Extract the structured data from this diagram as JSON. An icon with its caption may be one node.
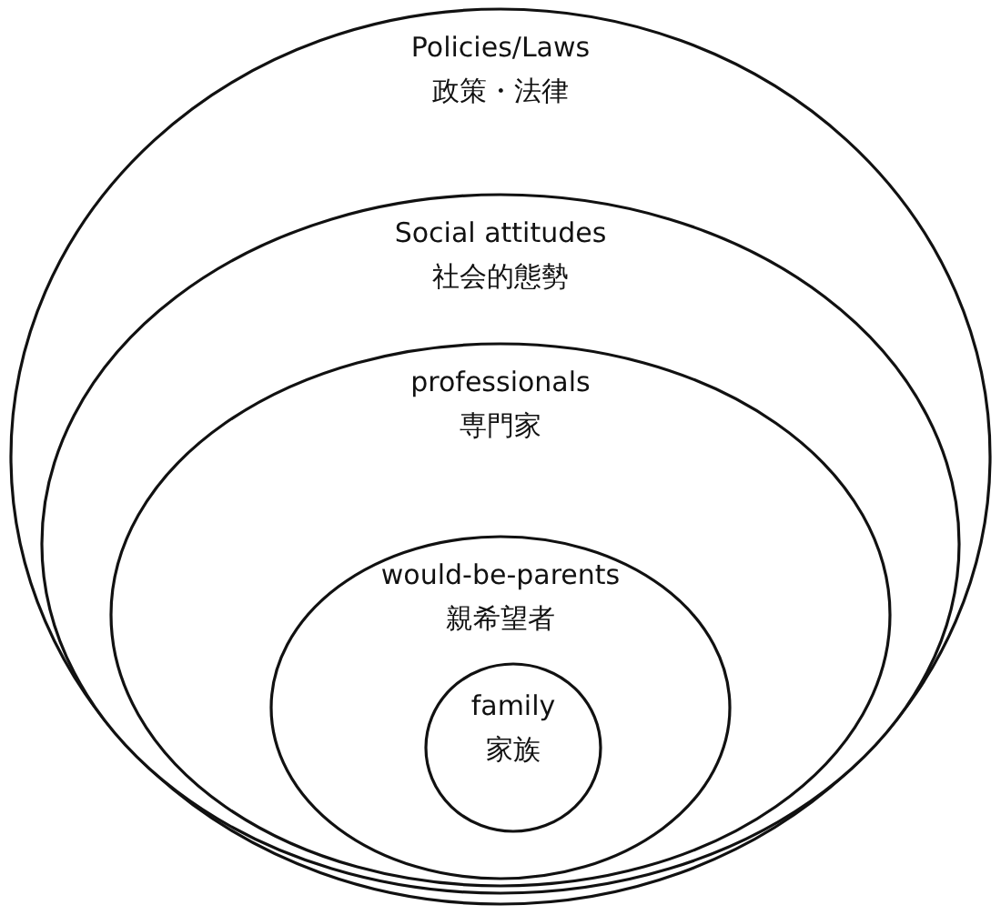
{
  "diagram": {
    "nodes": [
      {
        "text": [
          "Policies/Laws",
          "政策・法律"
        ]
      },
      {
        "text": [
          "Social attitudes",
          "社会的態勢"
        ],
        "in": 0
      },
      {
        "text": [
          "professionals",
          "専門家"
        ],
        "in": 1
      },
      {
        "text": [
          "would-be-parents",
          "親希望者"
        ],
        "in": 2
      },
      {
        "text": [
          "family",
          "家族"
        ],
        "in": 3
      }
    ]
  }
}
